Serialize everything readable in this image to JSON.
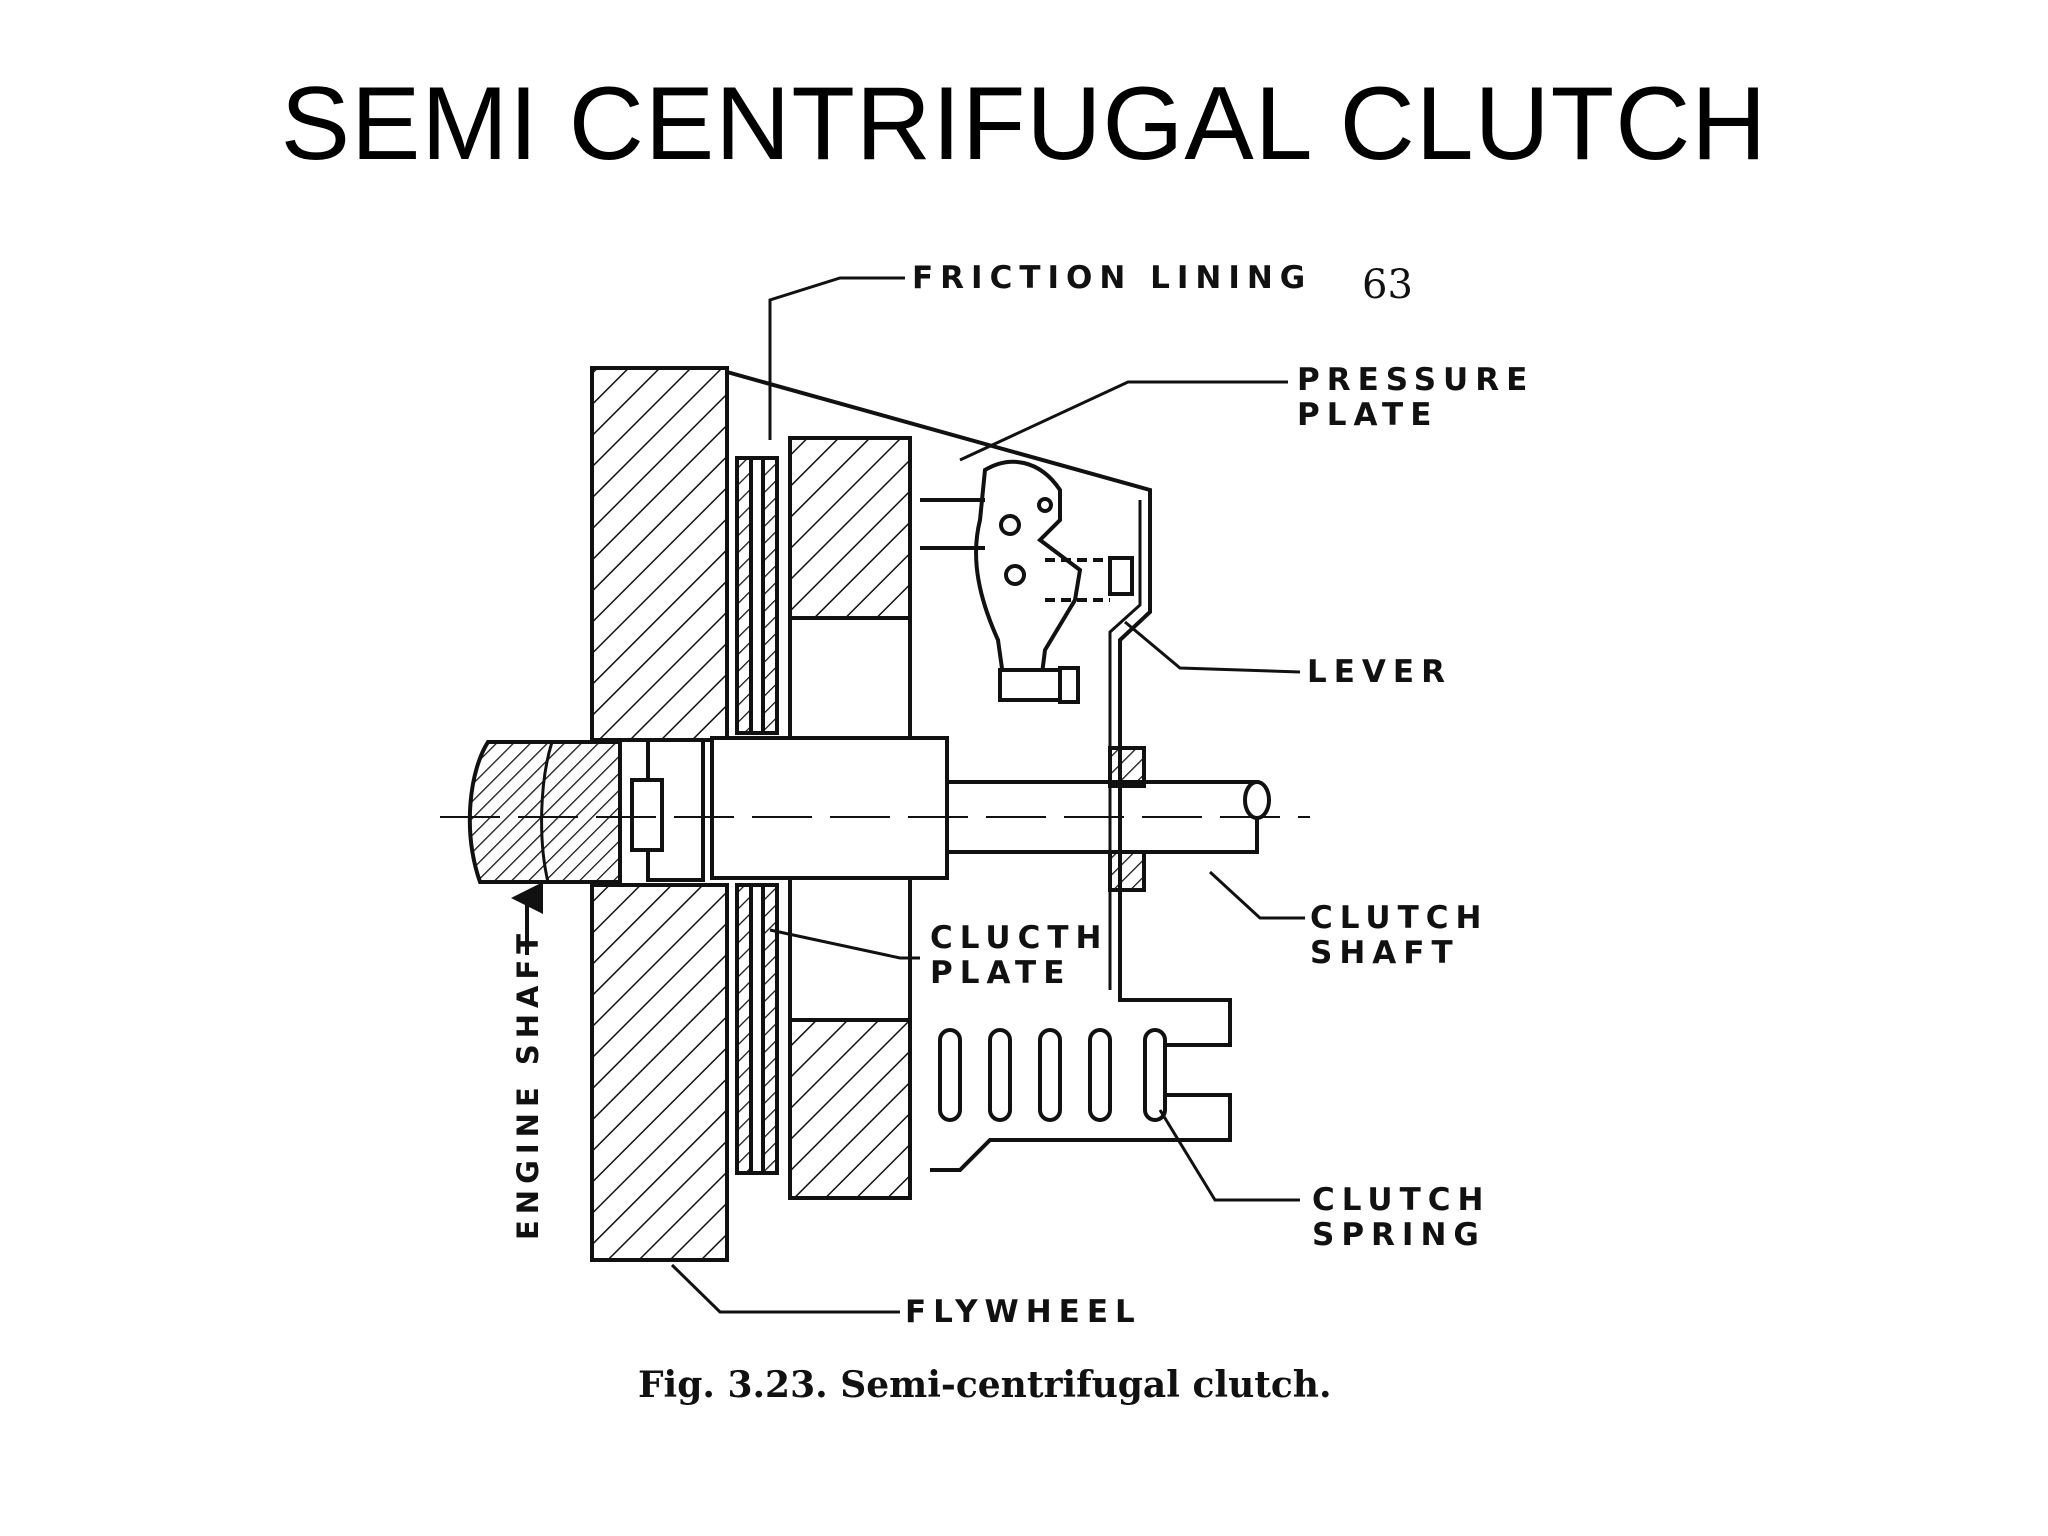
{
  "slide": {
    "title": "SEMI CENTRIFUGAL CLUTCH"
  },
  "figure": {
    "page_number": "63",
    "caption": "Fig. 3.23. Semi-centrifugal clutch.",
    "labels": {
      "friction_lining": "FRICTION LINING",
      "pressure_plate": [
        "PRESSURE",
        "PLATE"
      ],
      "lever": "LEVER",
      "clutch_plate": [
        "CLUCTH",
        "PLATE"
      ],
      "clutch_shaft": [
        "CLUTCH",
        "SHAFT"
      ],
      "clutch_spring": [
        "CLUTCH",
        "SPRING"
      ],
      "flywheel": "FLYWHEEL",
      "engine_shaft": "ENGINE SHAFT"
    }
  }
}
